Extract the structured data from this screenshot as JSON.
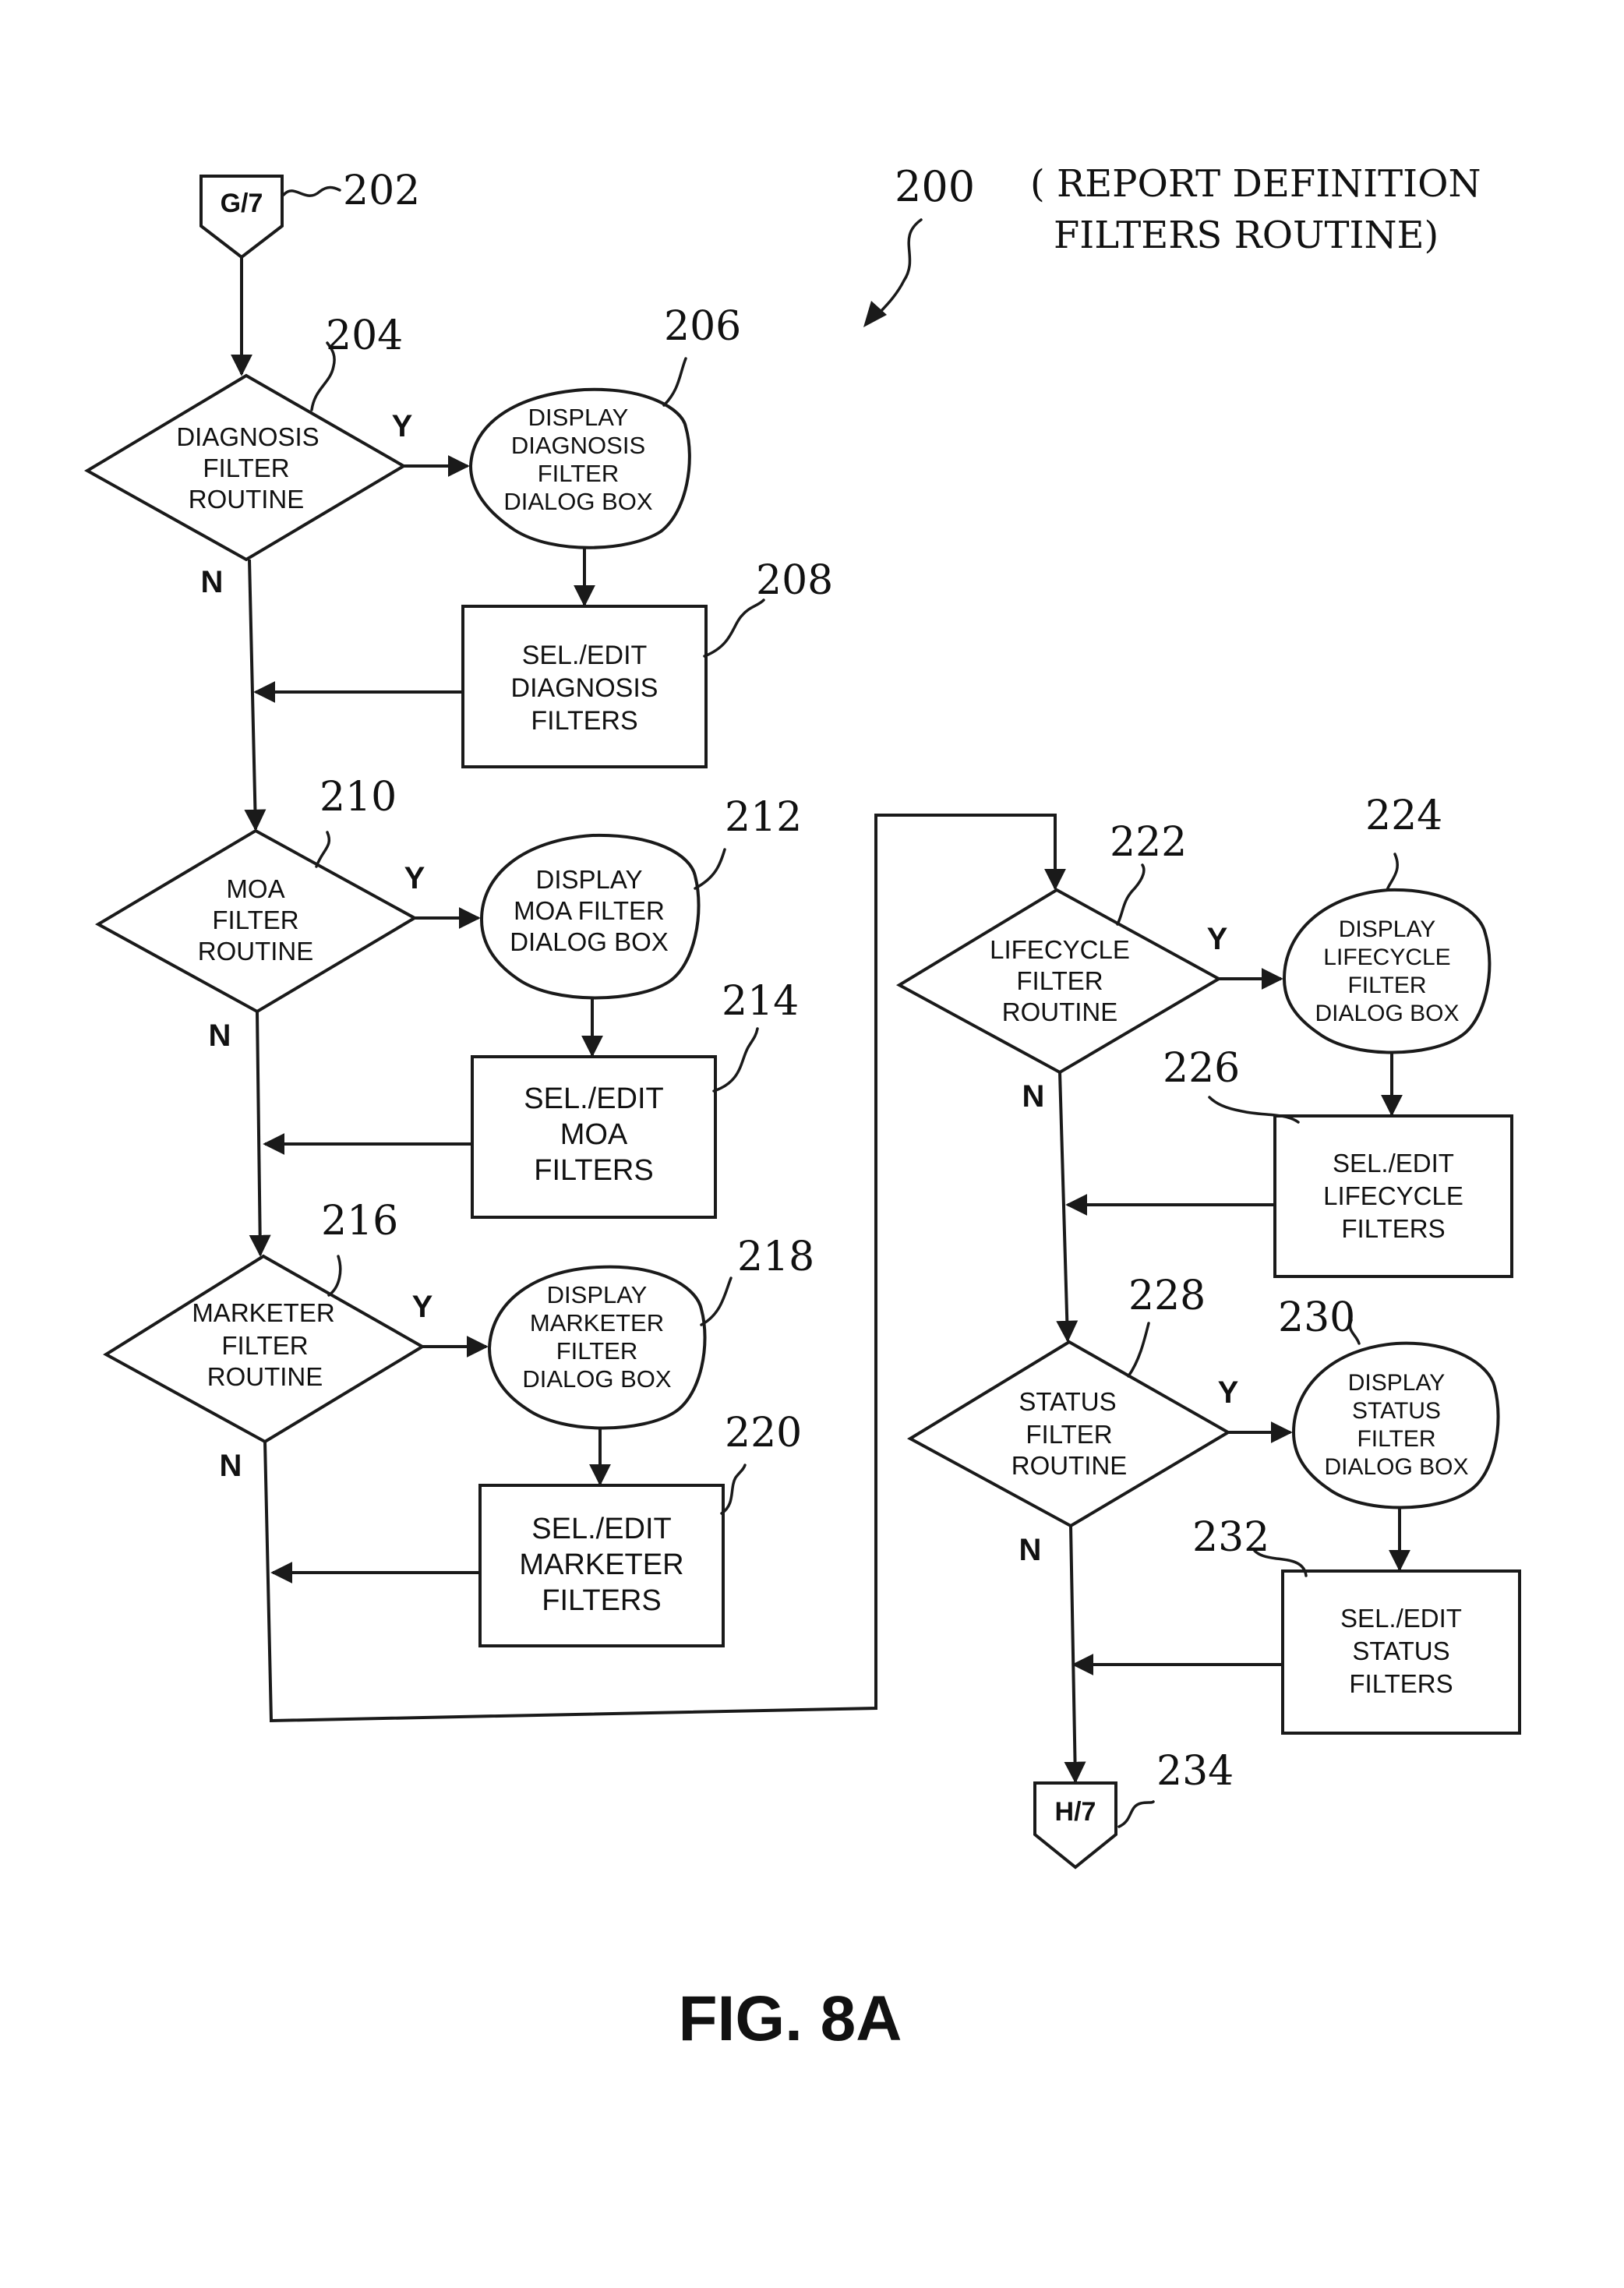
{
  "title": {
    "ref": "200",
    "lines": [
      "( REPORT DEFINITION",
      "FILTERS ROUTINE)"
    ]
  },
  "figure_label": "FIG. 8A",
  "connectors": {
    "start": {
      "label": "G/7",
      "ref": "202"
    },
    "end": {
      "label": "H/7",
      "ref": "234"
    }
  },
  "branch_labels": {
    "yes": "Y",
    "no": "N"
  },
  "steps": {
    "s204": {
      "ref": "204",
      "lines": [
        "DIAGNOSIS",
        "FILTER",
        "ROUTINE"
      ]
    },
    "s206": {
      "ref": "206",
      "lines": [
        "DISPLAY",
        "DIAGNOSIS",
        "FILTER",
        "DIALOG BOX"
      ]
    },
    "s208": {
      "ref": "208",
      "lines": [
        "SEL./EDIT",
        "DIAGNOSIS",
        "FILTERS"
      ]
    },
    "s210": {
      "ref": "210",
      "lines": [
        "MOA",
        "FILTER",
        "ROUTINE"
      ]
    },
    "s212": {
      "ref": "212",
      "lines": [
        "DISPLAY",
        "MOA FILTER",
        "DIALOG BOX"
      ]
    },
    "s214": {
      "ref": "214",
      "lines": [
        "SEL./EDIT",
        "MOA",
        "FILTERS"
      ]
    },
    "s216": {
      "ref": "216",
      "lines": [
        "MARKETER",
        "FILTER",
        "ROUTINE"
      ]
    },
    "s218": {
      "ref": "218",
      "lines": [
        "DISPLAY",
        "MARKETER",
        "FILTER",
        "DIALOG BOX"
      ]
    },
    "s220": {
      "ref": "220",
      "lines": [
        "SEL./EDIT",
        "MARKETER",
        "FILTERS"
      ]
    },
    "s222": {
      "ref": "222",
      "lines": [
        "LIFECYCLE",
        "FILTER",
        "ROUTINE"
      ]
    },
    "s224": {
      "ref": "224",
      "lines": [
        "DISPLAY",
        "LIFECYCLE",
        "FILTER",
        "DIALOG BOX"
      ]
    },
    "s226": {
      "ref": "226",
      "lines": [
        "SEL./EDIT",
        "LIFECYCLE",
        "FILTERS"
      ]
    },
    "s228": {
      "ref": "228",
      "lines": [
        "STATUS",
        "FILTER",
        "ROUTINE"
      ]
    },
    "s230": {
      "ref": "230",
      "lines": [
        "DISPLAY",
        "STATUS",
        "FILTER",
        "DIALOG BOX"
      ]
    },
    "s232": {
      "ref": "232",
      "lines": [
        "SEL./EDIT",
        "STATUS",
        "FILTERS"
      ]
    }
  }
}
